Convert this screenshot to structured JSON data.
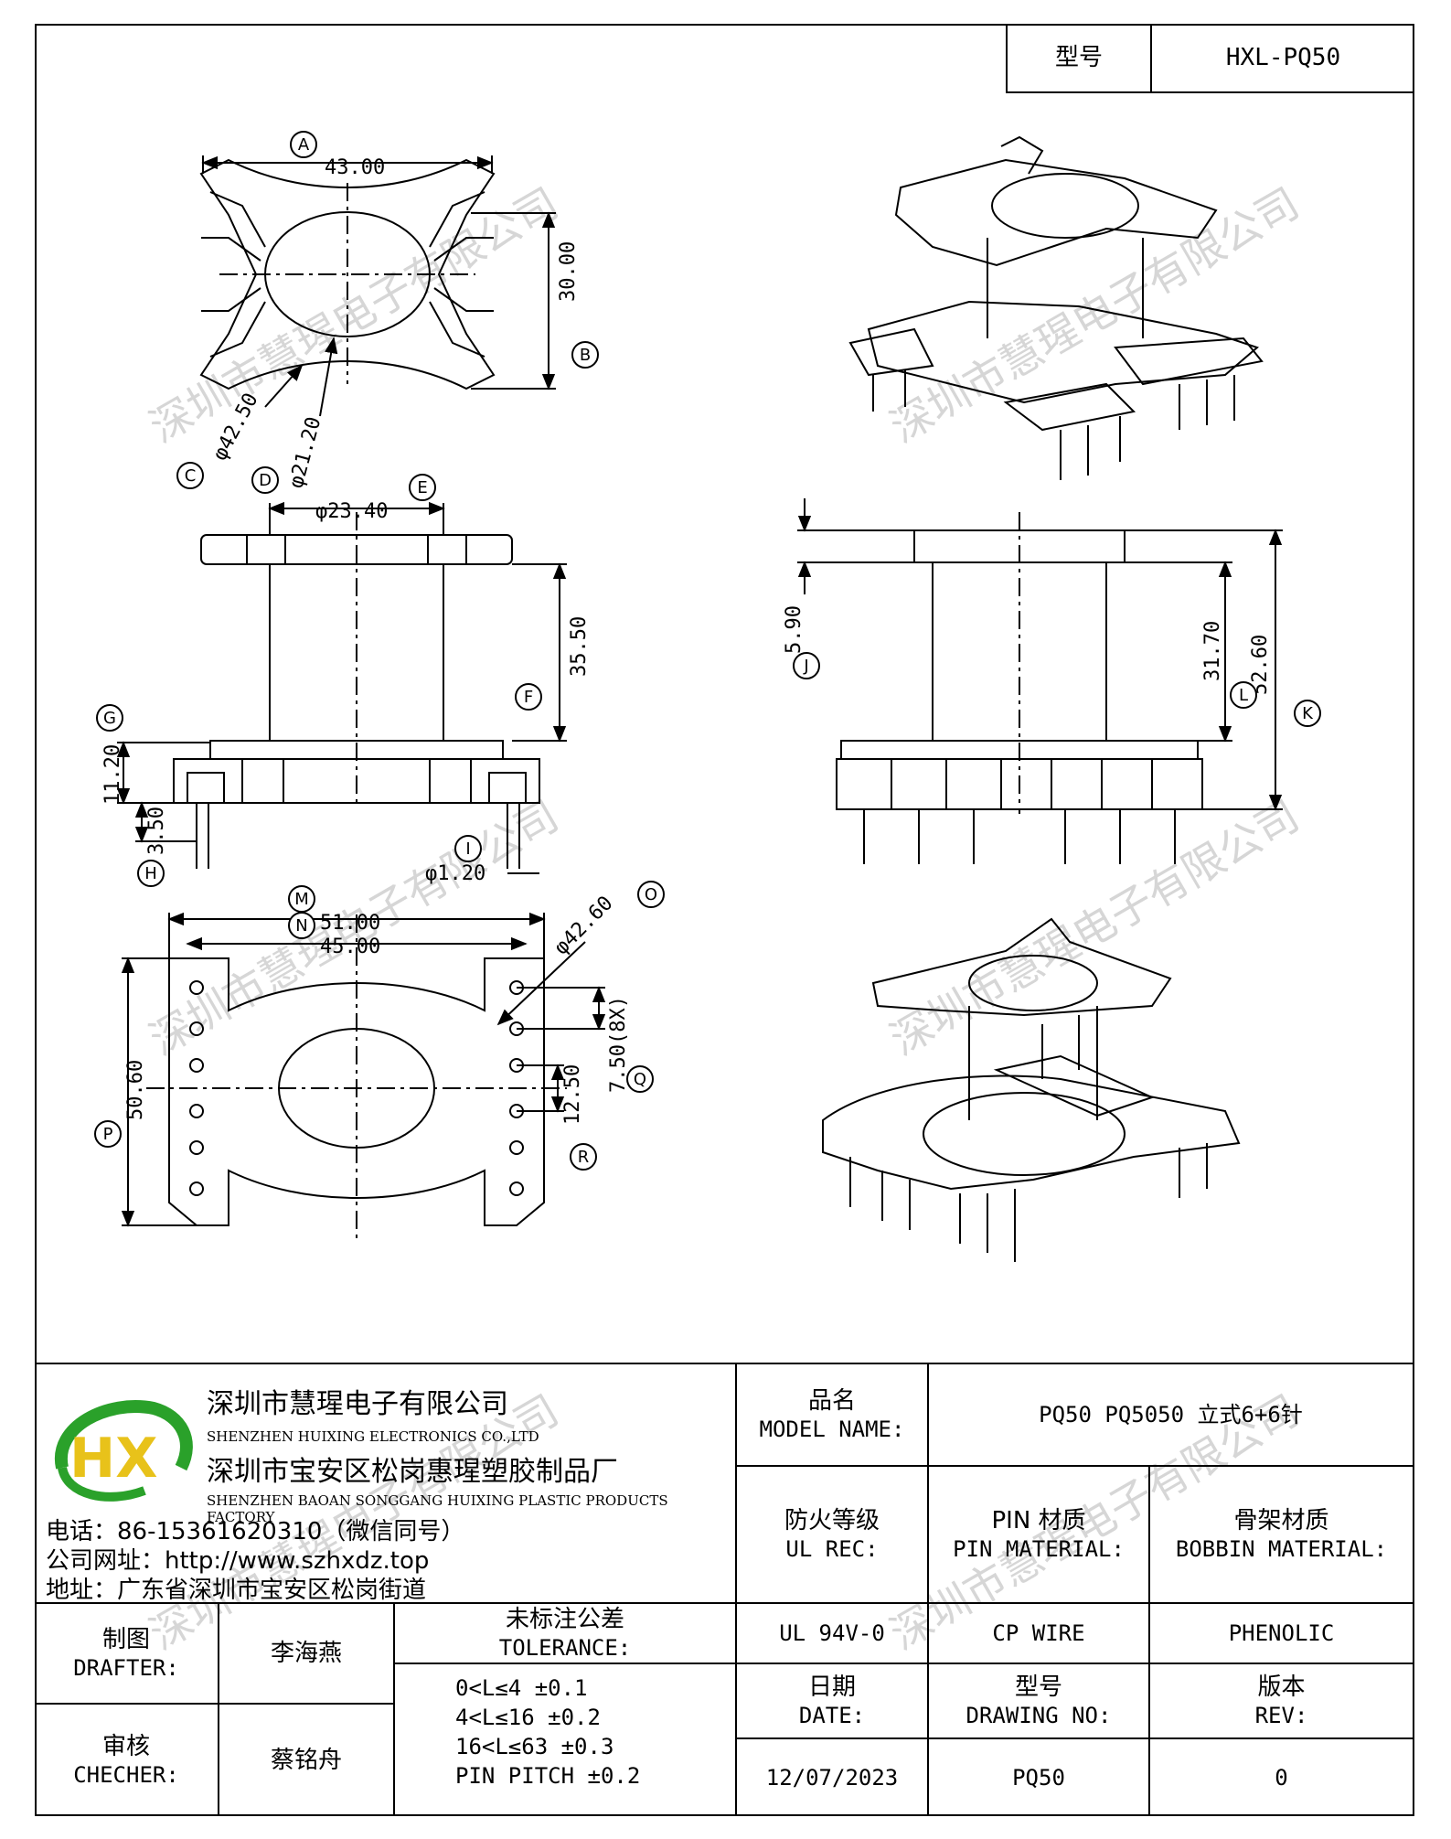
{
  "header": {
    "type_label": "型号",
    "type_value": "HXL-PQ50"
  },
  "company": {
    "name_cn": "深圳市慧瑆电子有限公司",
    "name_en": "SHENZHEN HUIXING ELECTRONICS CO.,LTD",
    "factory_cn": "深圳市宝安区松岗惠瑆塑胶制品厂",
    "factory_en": "SHENZHEN BAOAN SONGGANG HUIXING PLASTIC PRODUCTS FACTORY",
    "phone": "电话：86-15361620310（微信同号）",
    "website": "公司网址：http://www.szhxdz.top",
    "address": "地址：广东省深圳市宝安区松岗街道",
    "logo_text": "HX",
    "logo_color_green": "#2aa12a",
    "logo_color_yellow": "#e8c21a"
  },
  "title_block": {
    "model_label_cn": "品名",
    "model_label_en": "MODEL NAME:",
    "model_value": "PQ50 PQ5050 立式6+6针",
    "ul_label_cn": "防火等级",
    "ul_label_en": "UL REC:",
    "ul_value": "UL 94V-0",
    "pin_label_cn": "PIN 材质",
    "pin_label_en": "PIN MATERIAL:",
    "pin_value": "CP WIRE",
    "bobbin_label_cn": "骨架材质",
    "bobbin_label_en": "BOBBIN MATERIAL:",
    "bobbin_value": "PHENOLIC",
    "drafter_label_cn": "制图",
    "drafter_label_en": "DRAFTER:",
    "drafter_value": "李海燕",
    "checker_label_cn": "审核",
    "checker_label_en": "CHECHER:",
    "checker_value": "蔡铭舟",
    "tolerance_label_cn": "未标注公差",
    "tolerance_label_en": "TOLERANCE:",
    "tolerance_lines": [
      "0<L≤4  ±0.1",
      "4<L≤16  ±0.2",
      "16<L≤63  ±0.3",
      "PIN PITCH  ±0.2"
    ],
    "date_label_cn": "日期",
    "date_label_en": "DATE:",
    "date_value": "12/07/2023",
    "drawing_no_label_cn": "型号",
    "drawing_no_label_en": "DRAWING NO:",
    "drawing_no_value": "PQ50",
    "rev_label_cn": "版本",
    "rev_label_en": "REV:",
    "rev_value": "0"
  },
  "dimensions": {
    "A": "43.00",
    "B": "30.00",
    "C": "φ42.50",
    "D": "φ21.20",
    "E": "φ23.40",
    "F": "35.50",
    "G": "11.20",
    "H": "3.50",
    "I": "φ1.20",
    "J": "5.90",
    "K": "52.60",
    "L": "31.70",
    "M": "51.00",
    "N": "45.00",
    "O": "φ42.60",
    "P": "50.60",
    "Q": "7.50(8X)",
    "R": "12.50"
  },
  "dimension_letters": [
    "A",
    "B",
    "C",
    "D",
    "E",
    "F",
    "G",
    "H",
    "I",
    "J",
    "K",
    "L",
    "M",
    "N",
    "O",
    "P",
    "Q",
    "R"
  ],
  "watermark": "深圳市慧瑆电子有限公司"
}
